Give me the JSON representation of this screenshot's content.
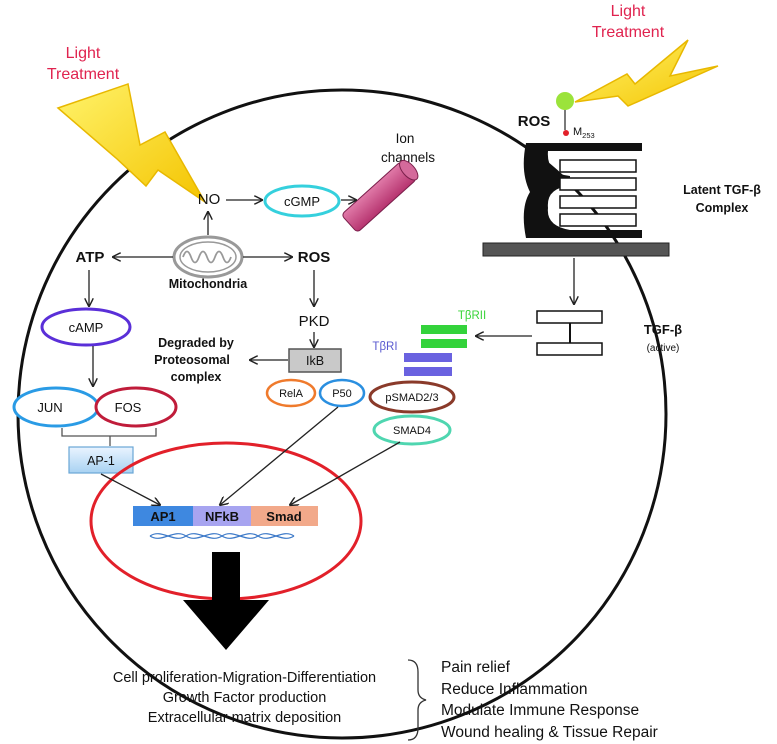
{
  "light_left": [
    "Light",
    "Treatment"
  ],
  "light_right": [
    "Light",
    "Treatment"
  ],
  "ion_channels": [
    "Ion",
    "channels"
  ],
  "no": "NO",
  "cgmp": "cGMP",
  "atp": "ATP",
  "mitochondria": "Mitochondria",
  "ros_cell": "ROS",
  "camp": "cAMP",
  "pkd": "PKD",
  "degraded": [
    "Degraded by",
    "Proteosomal",
    "complex"
  ],
  "ikb": "IkB",
  "rela": "RelA",
  "p50": "P50",
  "jun": "JUN",
  "fos": "FOS",
  "ap1_box": "AP-1",
  "tbri": "TβRI",
  "tbrii": "TβRII",
  "psmad": "pSMAD2/3",
  "smad4": "SMAD4",
  "nucleus": {
    "ap1": "AP1",
    "nfkb": "NFkB",
    "smad": "Smad"
  },
  "ros_right": "ROS",
  "m253": "M",
  "m253_sub": "253",
  "latent": [
    "Latent TGF-β",
    "Complex"
  ],
  "tgfb": "TGF-β",
  "tgfb_active": "(active)",
  "outputs_left": [
    "Cell proliferation-Migration-Differentiation",
    "Growth Factor production",
    "Extracellular matrix deposition"
  ],
  "outputs_right": [
    "Pain relief",
    "Reduce Inflammation",
    "Modulate Immune Response",
    "Wound healing & Tissue Repair"
  ]
}
